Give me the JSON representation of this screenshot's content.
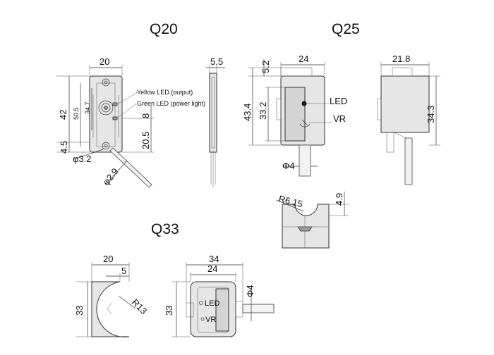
{
  "titles": {
    "q20": "Q20",
    "q25": "Q25",
    "q33": "Q33"
  },
  "q20": {
    "width": "20",
    "height": "42",
    "inner_height": "50.5",
    "center_height": "34.7",
    "led_offset": "8",
    "lower_offset": "20.5",
    "bottom_gap": "4.5",
    "hole_dia": "φ3.2",
    "cable_dia": "φ2.9",
    "side_width": "5.5",
    "yellow_led": "Yellow LED (output)",
    "green_led": "Green LED (power light)"
  },
  "q25": {
    "width": "24",
    "top_offset": "5.2",
    "height": "43.4",
    "body_height": "33.2",
    "led_label": "LED",
    "vr_label": "VR",
    "cable_dia": "Φ4",
    "side_width": "21.8",
    "side_height": "34.3",
    "radius": "R6.15",
    "notch_depth": "4.9"
  },
  "q33": {
    "width": "20",
    "notch": "5",
    "radius": "R13",
    "height": "33",
    "front_width": "34",
    "front_body_width": "24",
    "front_height": "33",
    "cable_dia": "Φ4",
    "led_label": "LED",
    "vr_label": "VR"
  }
}
